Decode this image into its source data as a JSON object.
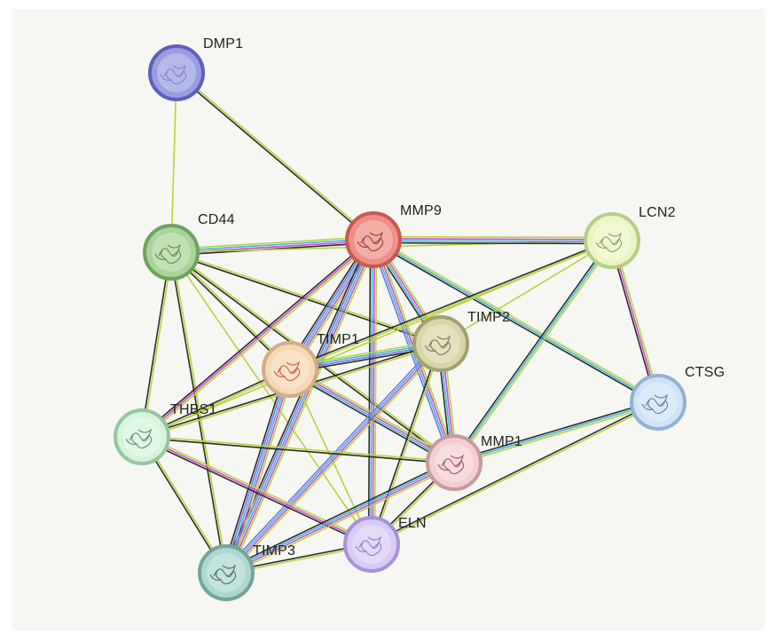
{
  "nodes": [
    {
      "id": "DMP1",
      "label": "DMP1",
      "fill": "#9a9ee0",
      "ring": "#5c60b8",
      "glyph": "#7b7fc4"
    },
    {
      "id": "CD44",
      "label": "CD44",
      "fill": "#a8d59a",
      "ring": "#6ea35e",
      "glyph": "#4f7f42"
    },
    {
      "id": "MMP9",
      "label": "MMP9",
      "fill": "#ef8f86",
      "ring": "#c65a52",
      "glyph": "#8a2d28"
    },
    {
      "id": "LCN2",
      "label": "LCN2",
      "fill": "#ebf5c4",
      "ring": "#b5cf86",
      "glyph": "#7f8f55"
    },
    {
      "id": "TIMP2",
      "label": "TIMP2",
      "fill": "#d8d6a6",
      "ring": "#a3a172",
      "glyph": "#6b6a45"
    },
    {
      "id": "TIMP1",
      "label": "TIMP1",
      "fill": "#f6d8b5",
      "ring": "#d3ad86",
      "glyph": "#c4471e"
    },
    {
      "id": "CTSG",
      "label": "CTSG",
      "fill": "#cfe3f7",
      "ring": "#92b2d4",
      "glyph": "#4f6e9a"
    },
    {
      "id": "THBS1",
      "label": "THBS1",
      "fill": "#d4f5dc",
      "ring": "#97c6a1",
      "glyph": "#4c7a59"
    },
    {
      "id": "MMP1",
      "label": "MMP1",
      "fill": "#f3cfd0",
      "ring": "#c69b9c",
      "glyph": "#8a3f64"
    },
    {
      "id": "ELN",
      "label": "ELN",
      "fill": "#d9cbf6",
      "ring": "#a792d8",
      "glyph": "#8a6bc9"
    },
    {
      "id": "TIMP3",
      "label": "TIMP3",
      "fill": "#acd9cf",
      "ring": "#72a598",
      "glyph": "#3b5a53"
    }
  ],
  "edge_colors": {
    "textmining": "#b7d43a",
    "coexpression": "#2b2b2b",
    "experiments": "#d04bd3",
    "database": "#3fb6e0",
    "homology": "#7a73e0"
  },
  "edges": [
    {
      "a": "DMP1",
      "b": "CD44",
      "types": [
        "textmining"
      ]
    },
    {
      "a": "DMP1",
      "b": "MMP9",
      "types": [
        "textmining",
        "coexpression"
      ]
    },
    {
      "a": "CD44",
      "b": "MMP9",
      "types": [
        "textmining",
        "database",
        "experiments",
        "coexpression"
      ]
    },
    {
      "a": "CD44",
      "b": "LCN2",
      "types": [
        "textmining"
      ]
    },
    {
      "a": "CD44",
      "b": "TIMP1",
      "types": [
        "textmining",
        "coexpression"
      ]
    },
    {
      "a": "CD44",
      "b": "TIMP2",
      "types": [
        "textmining",
        "coexpression"
      ]
    },
    {
      "a": "CD44",
      "b": "THBS1",
      "types": [
        "textmining",
        "coexpression"
      ]
    },
    {
      "a": "CD44",
      "b": "MMP1",
      "types": [
        "textmining",
        "coexpression"
      ]
    },
    {
      "a": "CD44",
      "b": "ELN",
      "types": [
        "textmining"
      ]
    },
    {
      "a": "CD44",
      "b": "TIMP3",
      "types": [
        "textmining",
        "coexpression"
      ]
    },
    {
      "a": "MMP9",
      "b": "LCN2",
      "types": [
        "textmining",
        "experiments",
        "database",
        "coexpression"
      ]
    },
    {
      "a": "MMP9",
      "b": "CTSG",
      "types": [
        "textmining",
        "database",
        "coexpression"
      ]
    },
    {
      "a": "MMP9",
      "b": "TIMP1",
      "types": [
        "textmining",
        "experiments",
        "database",
        "homology",
        "coexpression"
      ]
    },
    {
      "a": "MMP9",
      "b": "TIMP2",
      "types": [
        "textmining",
        "experiments",
        "database",
        "coexpression"
      ]
    },
    {
      "a": "MMP9",
      "b": "THBS1",
      "types": [
        "textmining",
        "experiments",
        "coexpression"
      ]
    },
    {
      "a": "MMP9",
      "b": "MMP1",
      "types": [
        "textmining",
        "experiments",
        "database",
        "homology"
      ]
    },
    {
      "a": "MMP9",
      "b": "ELN",
      "types": [
        "textmining",
        "experiments",
        "database",
        "coexpression"
      ]
    },
    {
      "a": "MMP9",
      "b": "TIMP3",
      "types": [
        "textmining",
        "experiments",
        "database",
        "homology",
        "coexpression"
      ]
    },
    {
      "a": "LCN2",
      "b": "CTSG",
      "types": [
        "textmining",
        "experiments",
        "coexpression"
      ]
    },
    {
      "a": "LCN2",
      "b": "TIMP1",
      "types": [
        "textmining",
        "coexpression"
      ]
    },
    {
      "a": "LCN2",
      "b": "TIMP2",
      "types": [
        "textmining"
      ]
    },
    {
      "a": "LCN2",
      "b": "MMP1",
      "types": [
        "textmining",
        "database",
        "coexpression"
      ]
    },
    {
      "a": "LCN2",
      "b": "THBS1",
      "types": [
        "textmining"
      ]
    },
    {
      "a": "CTSG",
      "b": "MMP1",
      "types": [
        "textmining",
        "database",
        "coexpression"
      ]
    },
    {
      "a": "CTSG",
      "b": "ELN",
      "types": [
        "textmining",
        "coexpression"
      ]
    },
    {
      "a": "TIMP1",
      "b": "TIMP2",
      "types": [
        "textmining",
        "database",
        "homology",
        "coexpression"
      ]
    },
    {
      "a": "TIMP1",
      "b": "THBS1",
      "types": [
        "textmining",
        "coexpression"
      ]
    },
    {
      "a": "TIMP1",
      "b": "MMP1",
      "types": [
        "textmining",
        "experiments",
        "database",
        "coexpression"
      ]
    },
    {
      "a": "TIMP1",
      "b": "ELN",
      "types": [
        "textmining"
      ]
    },
    {
      "a": "TIMP1",
      "b": "TIMP3",
      "types": [
        "textmining",
        "experiments",
        "database",
        "homology",
        "coexpression"
      ]
    },
    {
      "a": "TIMP2",
      "b": "THBS1",
      "types": [
        "textmining",
        "coexpression"
      ]
    },
    {
      "a": "TIMP2",
      "b": "MMP1",
      "types": [
        "textmining",
        "experiments",
        "database",
        "coexpression"
      ]
    },
    {
      "a": "TIMP2",
      "b": "ELN",
      "types": [
        "textmining",
        "coexpression"
      ]
    },
    {
      "a": "TIMP2",
      "b": "TIMP3",
      "types": [
        "textmining",
        "experiments",
        "database",
        "homology"
      ]
    },
    {
      "a": "THBS1",
      "b": "MMP1",
      "types": [
        "textmining",
        "coexpression"
      ]
    },
    {
      "a": "THBS1",
      "b": "ELN",
      "types": [
        "textmining",
        "experiments",
        "coexpression"
      ]
    },
    {
      "a": "THBS1",
      "b": "TIMP3",
      "types": [
        "textmining",
        "coexpression"
      ]
    },
    {
      "a": "MMP1",
      "b": "ELN",
      "types": [
        "textmining",
        "coexpression"
      ]
    },
    {
      "a": "MMP1",
      "b": "TIMP3",
      "types": [
        "textmining",
        "experiments",
        "database",
        "coexpression"
      ]
    },
    {
      "a": "ELN",
      "b": "TIMP3",
      "types": [
        "textmining",
        "coexpression"
      ]
    }
  ]
}
